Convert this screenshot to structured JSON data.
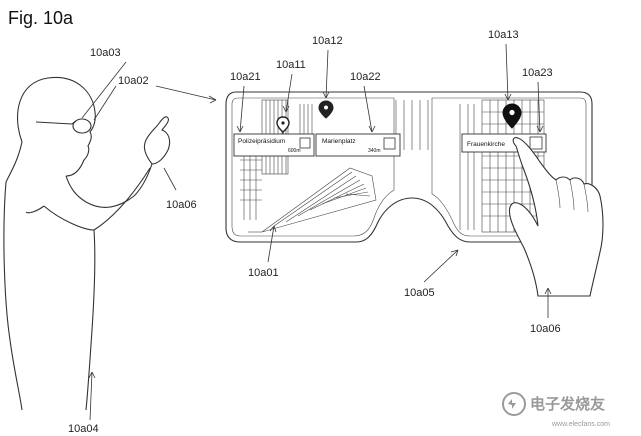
{
  "figure": {
    "title": "Fig. 10a"
  },
  "labels": {
    "user": "10a04",
    "user_eye": "10a03",
    "glasses_on_user": "10a02",
    "user_hand": "10a06",
    "ar_display": "10a01",
    "display_frame": "10a05",
    "pointing_hand": "10a06",
    "card_left_label": "10a21",
    "pin_left": "10a11",
    "pin_middle": "10a12",
    "card_middle_label": "10a22",
    "pin_right": "10a13",
    "card_right_label": "10a23"
  },
  "poi_cards": [
    {
      "name": "Polizeipräsidium",
      "distance": "600m"
    },
    {
      "name": "Marienplatz",
      "distance": "340m"
    },
    {
      "name": "Frauenkirche",
      "distance": ""
    }
  ],
  "watermark": {
    "brand": "电子发烧友",
    "url": "www.elecfans.com"
  }
}
